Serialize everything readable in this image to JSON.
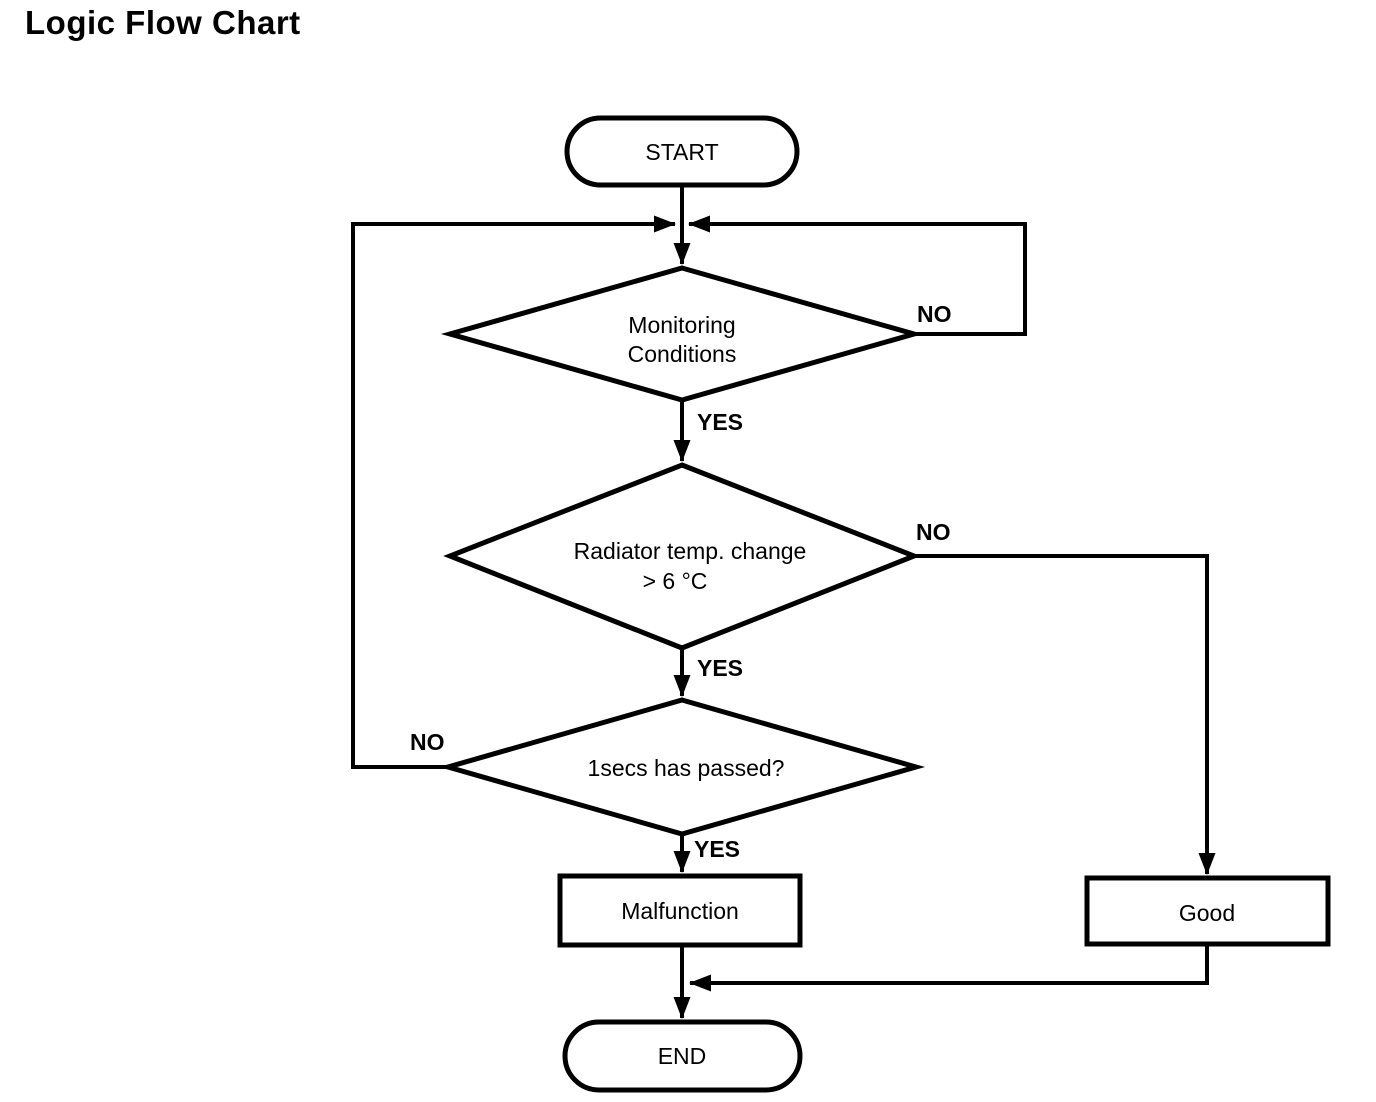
{
  "page": {
    "title": "Logic Flow Chart"
  },
  "colors": {
    "ink": "#000000",
    "background": "#ffffff"
  },
  "nodes": {
    "start": {
      "shape": "terminator",
      "label": "START"
    },
    "monitoring": {
      "shape": "decision",
      "lines": [
        "Monitoring",
        "Conditions"
      ]
    },
    "radiator": {
      "shape": "decision",
      "lines": [
        "Radiator temp. change",
        "> 6 °C"
      ]
    },
    "elapsed": {
      "shape": "decision",
      "lines": [
        "1secs has passed?"
      ]
    },
    "malfunction": {
      "shape": "process",
      "label": "Malfunction"
    },
    "good": {
      "shape": "process",
      "label": "Good"
    },
    "end": {
      "shape": "terminator",
      "label": "END"
    }
  },
  "edge_labels": {
    "monitoring_no": "NO",
    "monitoring_yes": "YES",
    "radiator_no": "NO",
    "radiator_yes": "YES",
    "elapsed_no": "NO",
    "elapsed_yes": "YES"
  }
}
